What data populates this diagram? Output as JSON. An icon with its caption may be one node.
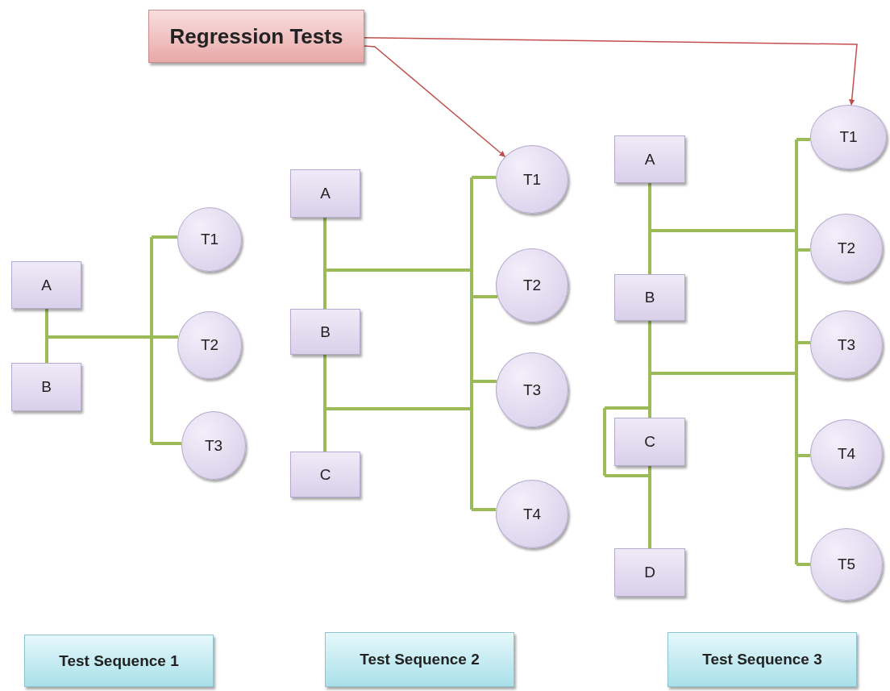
{
  "diagram": {
    "nodes": [
      {
        "text": [
          "Regression Tests"
        ]
      },
      {
        "text": [
          "A"
        ]
      },
      {
        "text": [
          "B"
        ]
      },
      {
        "text": [
          "T1"
        ]
      },
      {
        "text": [
          "T2"
        ]
      },
      {
        "text": [
          "T3"
        ]
      },
      {
        "text": [
          "Test Sequence 1"
        ]
      },
      {
        "text": [
          "A"
        ]
      },
      {
        "text": [
          "B"
        ]
      },
      {
        "text": [
          "C"
        ]
      },
      {
        "text": [
          "T1"
        ]
      },
      {
        "text": [
          "T2"
        ]
      },
      {
        "text": [
          "T3"
        ]
      },
      {
        "text": [
          "T4"
        ]
      },
      {
        "text": [
          "Test Sequence 2"
        ]
      },
      {
        "text": [
          "A"
        ]
      },
      {
        "text": [
          "B"
        ]
      },
      {
        "text": [
          "C"
        ]
      },
      {
        "text": [
          "D"
        ]
      },
      {
        "text": [
          "T1"
        ]
      },
      {
        "text": [
          "T2"
        ]
      },
      {
        "text": [
          "T3"
        ]
      },
      {
        "text": [
          "T4"
        ]
      },
      {
        "text": [
          "T5"
        ]
      },
      {
        "text": [
          "Test Sequence 3"
        ]
      }
    ],
    "edges": [
      {
        "from": 0,
        "to": 10,
        "arrow": "to",
        "color": "#c0504d"
      },
      {
        "from": 0,
        "to": 19,
        "arrow": "to",
        "color": "#c0504d"
      },
      {
        "from": 1,
        "to": 2,
        "arrow": "none"
      },
      {
        "from": 1,
        "to": 3,
        "arrow": "none"
      },
      {
        "from": 1,
        "to": 4,
        "arrow": "none"
      },
      {
        "from": 1,
        "to": 5,
        "arrow": "none"
      },
      {
        "from": 2,
        "to": 3,
        "arrow": "none"
      },
      {
        "from": 2,
        "to": 4,
        "arrow": "none"
      },
      {
        "from": 2,
        "to": 5,
        "arrow": "none"
      },
      {
        "from": 7,
        "to": 8,
        "arrow": "none"
      },
      {
        "from": 8,
        "to": 9,
        "arrow": "none"
      },
      {
        "from": 7,
        "to": 10,
        "arrow": "none"
      },
      {
        "from": 7,
        "to": 11,
        "arrow": "none"
      },
      {
        "from": 7,
        "to": 12,
        "arrow": "none"
      },
      {
        "from": 7,
        "to": 13,
        "arrow": "none"
      },
      {
        "from": 8,
        "to": 10,
        "arrow": "none"
      },
      {
        "from": 8,
        "to": 11,
        "arrow": "none"
      },
      {
        "from": 8,
        "to": 12,
        "arrow": "none"
      },
      {
        "from": 8,
        "to": 13,
        "arrow": "none"
      },
      {
        "from": 9,
        "to": 10,
        "arrow": "none"
      },
      {
        "from": 9,
        "to": 11,
        "arrow": "none"
      },
      {
        "from": 9,
        "to": 12,
        "arrow": "none"
      },
      {
        "from": 9,
        "to": 13,
        "arrow": "none"
      },
      {
        "from": 15,
        "to": 16,
        "arrow": "none"
      },
      {
        "from": 16,
        "to": 17,
        "arrow": "none"
      },
      {
        "from": 17,
        "to": 18,
        "arrow": "none"
      },
      {
        "from": 15,
        "to": 19,
        "arrow": "none"
      },
      {
        "from": 15,
        "to": 20,
        "arrow": "none"
      },
      {
        "from": 15,
        "to": 21,
        "arrow": "none"
      },
      {
        "from": 15,
        "to": 22,
        "arrow": "none"
      },
      {
        "from": 15,
        "to": 23,
        "arrow": "none"
      },
      {
        "from": 16,
        "to": 19,
        "arrow": "none"
      },
      {
        "from": 16,
        "to": 20,
        "arrow": "none"
      },
      {
        "from": 16,
        "to": 21,
        "arrow": "none"
      },
      {
        "from": 16,
        "to": 22,
        "arrow": "none"
      },
      {
        "from": 16,
        "to": 23,
        "arrow": "none"
      },
      {
        "from": 17,
        "to": 19,
        "arrow": "none"
      },
      {
        "from": 17,
        "to": 20,
        "arrow": "none"
      },
      {
        "from": 17,
        "to": 21,
        "arrow": "none"
      },
      {
        "from": 17,
        "to": 22,
        "arrow": "none"
      },
      {
        "from": 17,
        "to": 23,
        "arrow": "none"
      },
      {
        "from": 18,
        "to": 19,
        "arrow": "none"
      },
      {
        "from": 18,
        "to": 20,
        "arrow": "none"
      },
      {
        "from": 18,
        "to": 21,
        "arrow": "none"
      },
      {
        "from": 18,
        "to": 22,
        "arrow": "none"
      },
      {
        "from": 18,
        "to": 23,
        "arrow": "none"
      }
    ]
  }
}
